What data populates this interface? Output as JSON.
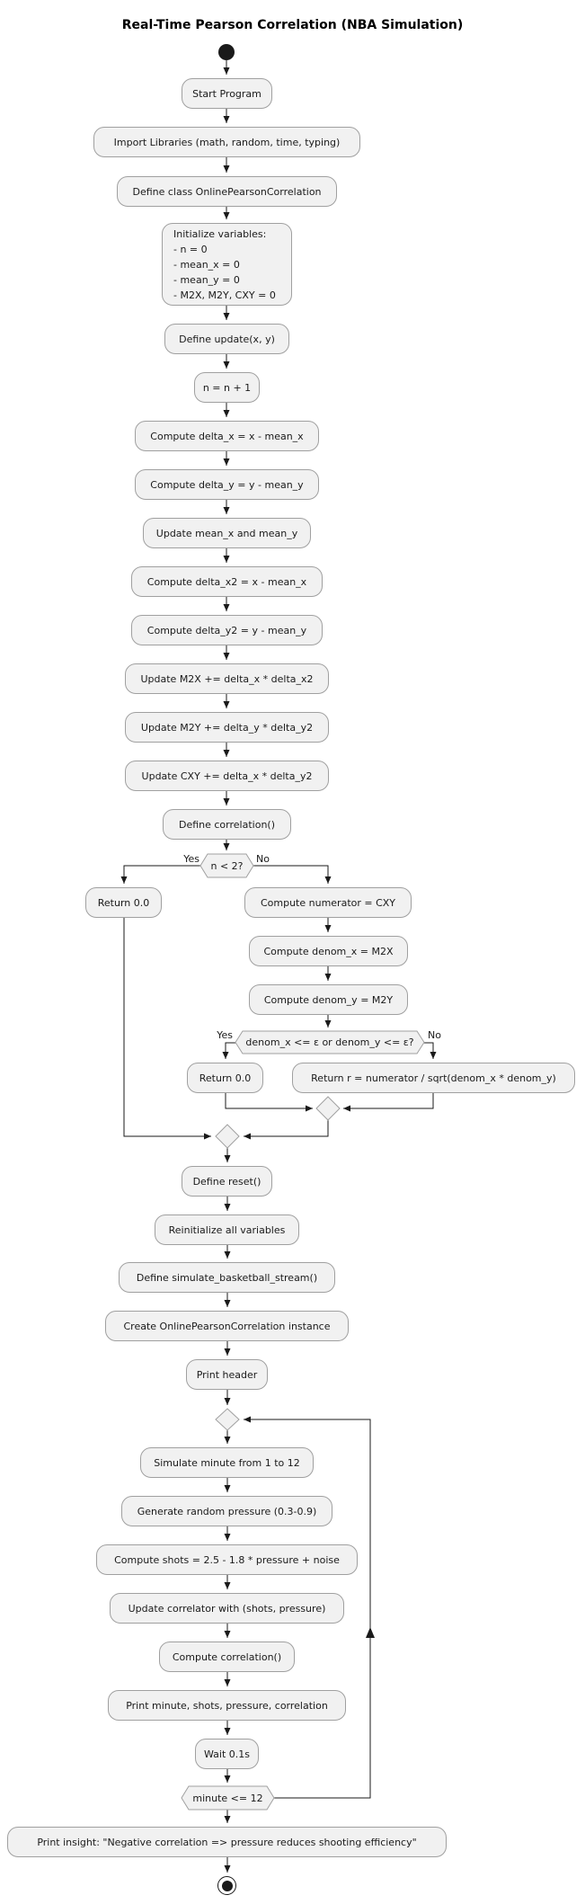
{
  "diagram": {
    "title": "Real-Time Pearson Correlation (NBA Simulation)",
    "type": "activity-flowchart",
    "colors": {
      "node_fill": "#f1f1f1",
      "node_border": "#a0a0a0",
      "edge_color": "#1a1a1a",
      "text_color": "#1a1a1a",
      "background": "#ffffff"
    }
  },
  "nodes": {
    "start_program": {
      "label": "Start Program"
    },
    "import_libraries": {
      "label": "Import Libraries (math, random, time, typing)"
    },
    "define_class": {
      "label": "Define class OnlinePearsonCorrelation"
    },
    "initialize_variables": {
      "lines": [
        "Initialize variables:",
        "- n = 0",
        "- mean_x = 0",
        "- mean_y = 0",
        "- M2X, M2Y, CXY = 0"
      ]
    },
    "define_update": {
      "label": "Define update(x, y)"
    },
    "increment_n": {
      "label": "n = n + 1"
    },
    "compute_delta_x": {
      "label": "Compute delta_x = x - mean_x"
    },
    "compute_delta_y": {
      "label": "Compute delta_y = y - mean_y"
    },
    "update_means": {
      "label": "Update mean_x and mean_y"
    },
    "compute_delta_x2": {
      "label": "Compute delta_x2 = x - mean_x"
    },
    "compute_delta_y2": {
      "label": "Compute delta_y2 = y - mean_y"
    },
    "update_m2x": {
      "label": "Update M2X += delta_x * delta_x2"
    },
    "update_m2y": {
      "label": "Update M2Y += delta_y * delta_y2"
    },
    "update_cxy": {
      "label": "Update CXY += delta_x * delta_y2"
    },
    "define_correlation": {
      "label": "Define correlation()"
    },
    "return_zero_n": {
      "label": "Return 0.0"
    },
    "compute_numerator": {
      "label": "Compute numerator = CXY"
    },
    "compute_denom_x": {
      "label": "Compute denom_x = M2X"
    },
    "compute_denom_y": {
      "label": "Compute denom_y = M2Y"
    },
    "return_zero_eps": {
      "label": "Return 0.0"
    },
    "return_r": {
      "label": "Return r = numerator / sqrt(denom_x * denom_y)"
    },
    "define_reset": {
      "label": "Define reset()"
    },
    "reinitialize": {
      "label": "Reinitialize all variables"
    },
    "define_simulate": {
      "label": "Define simulate_basketball_stream()"
    },
    "create_instance": {
      "label": "Create OnlinePearsonCorrelation instance"
    },
    "print_header": {
      "label": "Print header"
    },
    "simulate_minute": {
      "label": "Simulate minute from 1 to 12"
    },
    "generate_pressure": {
      "label": "Generate random pressure (0.3-0.9)"
    },
    "compute_shots": {
      "label": "Compute shots = 2.5 - 1.8 * pressure + noise"
    },
    "update_correlator": {
      "label": "Update correlator with (shots, pressure)"
    },
    "compute_correlation": {
      "label": "Compute correlation()"
    },
    "print_stats": {
      "label": "Print minute, shots, pressure, correlation"
    },
    "wait_step": {
      "label": "Wait 0.1s"
    },
    "print_insight": {
      "label": "Print insight: \"Negative correlation => pressure reduces shooting efficiency\""
    }
  },
  "decisions": {
    "n_check": {
      "label": "n < 2?",
      "yes": "Yes",
      "no": "No"
    },
    "eps_check": {
      "label": "denom_x <= ε or denom_y <= ε?",
      "yes": "Yes",
      "no": "No"
    },
    "loop_check": {
      "label": "minute <= 12"
    }
  }
}
